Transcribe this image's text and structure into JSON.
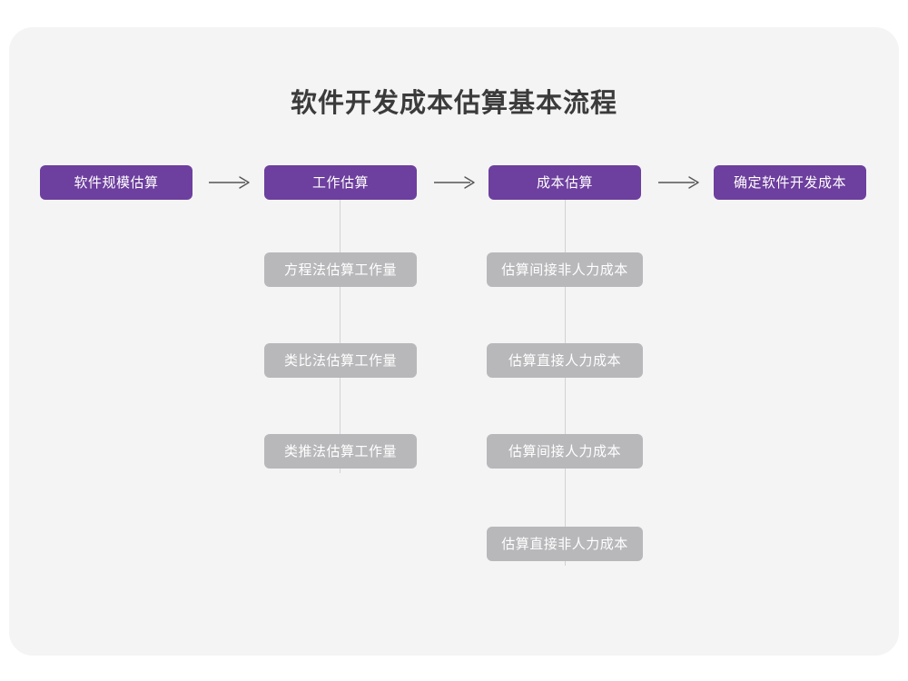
{
  "diagram": {
    "title": "软件开发成本估算基本流程",
    "type": "flowchart",
    "colors": {
      "page_background": "#ffffff",
      "card_background": "#f4f4f5",
      "primary_node": "#6d3f9e",
      "secondary_node": "#b8b8bb",
      "node_text": "#ffffff",
      "title_text": "#3b3b3b",
      "connector": "#d2d2d4",
      "arrow": "#555555"
    },
    "main_flow": [
      {
        "id": "step1",
        "label": "软件规模估算"
      },
      {
        "id": "step2",
        "label": "工作估算"
      },
      {
        "id": "step3",
        "label": "成本估算"
      },
      {
        "id": "step4",
        "label": "确定软件开发成本"
      }
    ],
    "arrows": [
      {
        "id": "arrow1",
        "from": "step1",
        "to": "step2",
        "glyph": "arrow-right-icon"
      },
      {
        "id": "arrow2",
        "from": "step2",
        "to": "step3",
        "glyph": "arrow-right-icon"
      },
      {
        "id": "arrow3",
        "from": "step3",
        "to": "step4",
        "glyph": "arrow-right-icon"
      }
    ],
    "branches": [
      {
        "parent": "step2",
        "items": [
          {
            "label": "方程法估算工作量"
          },
          {
            "label": "类比法估算工作量"
          },
          {
            "label": "类推法估算工作量"
          }
        ]
      },
      {
        "parent": "step3",
        "items": [
          {
            "label": "估算间接非人力成本"
          },
          {
            "label": "估算直接人力成本"
          },
          {
            "label": "估算间接人力成本"
          },
          {
            "label": "估算直接非人力成本"
          }
        ]
      }
    ]
  }
}
